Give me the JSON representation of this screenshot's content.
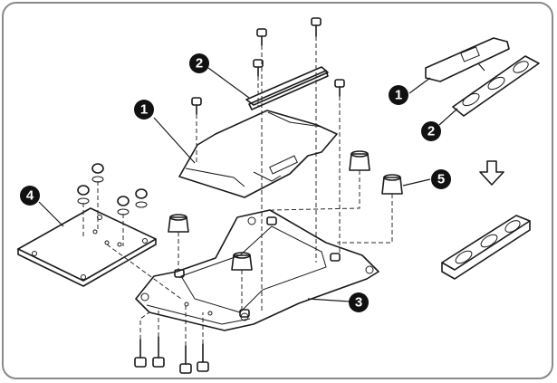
{
  "callouts": [
    {
      "id": "c1a",
      "label": "1"
    },
    {
      "id": "c2a",
      "label": "2"
    },
    {
      "id": "c3",
      "label": "3"
    },
    {
      "id": "c4",
      "label": "4"
    },
    {
      "id": "c5",
      "label": "5"
    },
    {
      "id": "c1b",
      "label": "1"
    },
    {
      "id": "c2b",
      "label": "2"
    }
  ],
  "colors": {
    "callout_fill": "#111111",
    "line": "#1a1a1a",
    "frame": "#8a8a8a"
  }
}
